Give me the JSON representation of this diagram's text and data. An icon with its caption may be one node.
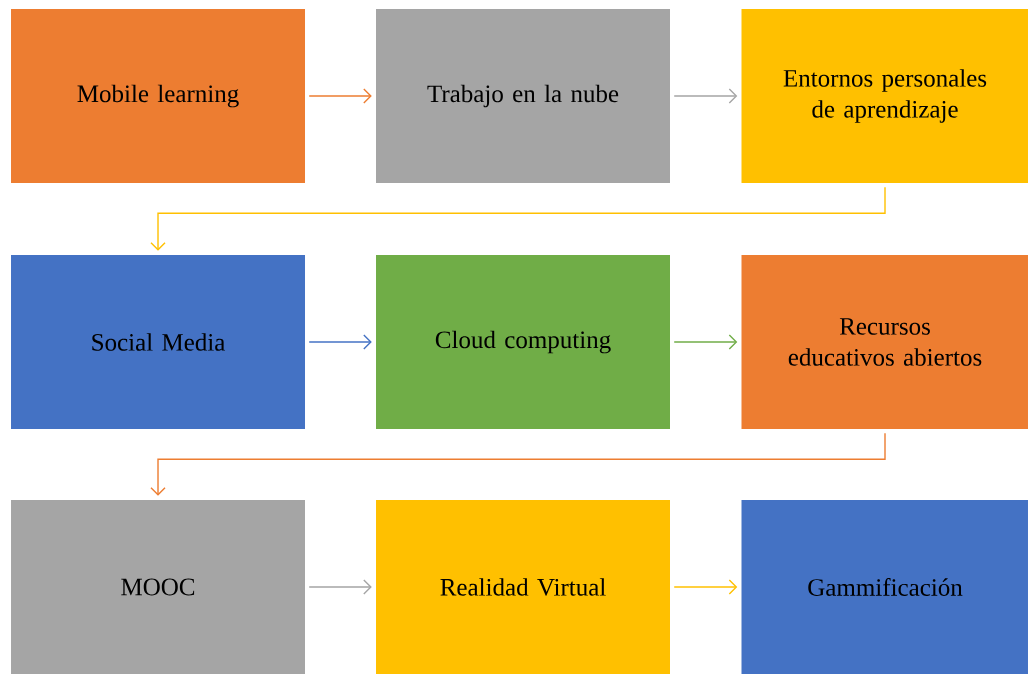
{
  "diagram": {
    "nodes": [
      {
        "text": [
          "Mobile learning"
        ]
      },
      {
        "text": [
          "Trabajo en la nube"
        ]
      },
      {
        "text": [
          "Entornos personales de aprendizaje"
        ]
      },
      {
        "text": [
          "Social Media"
        ]
      },
      {
        "text": [
          "Cloud computing"
        ]
      },
      {
        "text": [
          "Recursos educativos abiertos"
        ]
      },
      {
        "text": [
          "MOOC"
        ]
      },
      {
        "text": [
          "Realidad Virtual"
        ]
      },
      {
        "text": [
          "Gammificación"
        ]
      }
    ],
    "edges": [
      {
        "from": 0,
        "to": 1,
        "arrow": "to",
        "color": "#ed7d31"
      },
      {
        "from": 1,
        "to": 2,
        "arrow": "to",
        "color": "#a5a5a5"
      },
      {
        "from": 2,
        "to": 3,
        "arrow": "to",
        "color": "#ffc000"
      },
      {
        "from": 3,
        "to": 4,
        "arrow": "to",
        "color": "#4472c4"
      },
      {
        "from": 4,
        "to": 5,
        "arrow": "to",
        "color": "#70ad47"
      },
      {
        "from": 5,
        "to": 6,
        "arrow": "to",
        "color": "#ed7d31"
      },
      {
        "from": 6,
        "to": 7,
        "arrow": "to",
        "color": "#a5a5a5"
      },
      {
        "from": 7,
        "to": 8,
        "arrow": "to",
        "color": "#ffc000"
      }
    ]
  }
}
